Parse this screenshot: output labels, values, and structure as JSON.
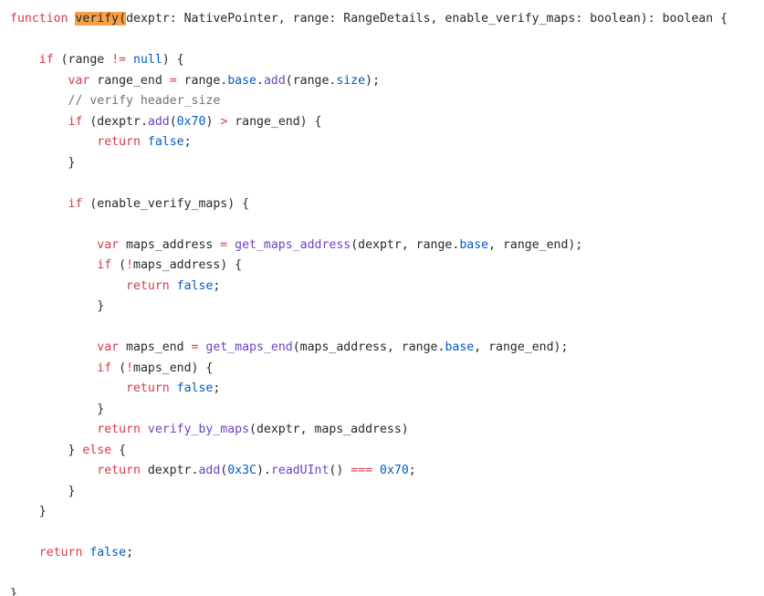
{
  "editor": {
    "theme": {
      "keyword": "#d73a49",
      "function": "#6f42c1",
      "literal": "#005cc5",
      "comment": "#6a737d",
      "text": "#24292e",
      "highlight": "#f7a046",
      "background": "#ffffff"
    },
    "lines": [
      [
        [
          "kw",
          "function"
        ],
        [
          "pl",
          " "
        ],
        [
          "hl",
          "verify("
        ],
        [
          "pl",
          "dexptr: NativePointer, range: RangeDetails, enable_verify_maps: boolean): boolean {"
        ]
      ],
      [],
      [
        [
          "pl",
          "    "
        ],
        [
          "kw",
          "if"
        ],
        [
          "pl",
          " (range "
        ],
        [
          "kw",
          "!="
        ],
        [
          "pl",
          " "
        ],
        [
          "lit",
          "null"
        ],
        [
          "pl",
          ") {"
        ]
      ],
      [
        [
          "pl",
          "        "
        ],
        [
          "kw",
          "var"
        ],
        [
          "pl",
          " range_end "
        ],
        [
          "kw",
          "="
        ],
        [
          "pl",
          " range."
        ],
        [
          "lit",
          "base"
        ],
        [
          "pl",
          "."
        ],
        [
          "fn",
          "add"
        ],
        [
          "pl",
          "(range."
        ],
        [
          "lit",
          "size"
        ],
        [
          "pl",
          ");"
        ]
      ],
      [
        [
          "pl",
          "        "
        ],
        [
          "cm",
          "// verify header_size"
        ]
      ],
      [
        [
          "pl",
          "        "
        ],
        [
          "kw",
          "if"
        ],
        [
          "pl",
          " (dexptr."
        ],
        [
          "fn",
          "add"
        ],
        [
          "pl",
          "("
        ],
        [
          "lit",
          "0x70"
        ],
        [
          "pl",
          ") "
        ],
        [
          "kw",
          ">"
        ],
        [
          "pl",
          " range_end) {"
        ]
      ],
      [
        [
          "pl",
          "            "
        ],
        [
          "kw",
          "return"
        ],
        [
          "pl",
          " "
        ],
        [
          "lit",
          "false"
        ],
        [
          "pl",
          ";"
        ]
      ],
      [
        [
          "pl",
          "        }"
        ]
      ],
      [],
      [
        [
          "pl",
          "        "
        ],
        [
          "kw",
          "if"
        ],
        [
          "pl",
          " (enable_verify_maps) {"
        ]
      ],
      [],
      [
        [
          "pl",
          "            "
        ],
        [
          "kw",
          "var"
        ],
        [
          "pl",
          " maps_address "
        ],
        [
          "kw",
          "="
        ],
        [
          "pl",
          " "
        ],
        [
          "fn",
          "get_maps_address"
        ],
        [
          "pl",
          "(dexptr, range."
        ],
        [
          "lit",
          "base"
        ],
        [
          "pl",
          ", range_end);"
        ]
      ],
      [
        [
          "pl",
          "            "
        ],
        [
          "kw",
          "if"
        ],
        [
          "pl",
          " ("
        ],
        [
          "kw",
          "!"
        ],
        [
          "pl",
          "maps_address) {"
        ]
      ],
      [
        [
          "pl",
          "                "
        ],
        [
          "kw",
          "return"
        ],
        [
          "pl",
          " "
        ],
        [
          "lit",
          "false"
        ],
        [
          "pl",
          ";"
        ]
      ],
      [
        [
          "pl",
          "            }"
        ]
      ],
      [],
      [
        [
          "pl",
          "            "
        ],
        [
          "kw",
          "var"
        ],
        [
          "pl",
          " maps_end "
        ],
        [
          "kw",
          "="
        ],
        [
          "pl",
          " "
        ],
        [
          "fn",
          "get_maps_end"
        ],
        [
          "pl",
          "(maps_address, range."
        ],
        [
          "lit",
          "base"
        ],
        [
          "pl",
          ", range_end);"
        ]
      ],
      [
        [
          "pl",
          "            "
        ],
        [
          "kw",
          "if"
        ],
        [
          "pl",
          " ("
        ],
        [
          "kw",
          "!"
        ],
        [
          "pl",
          "maps_end) {"
        ]
      ],
      [
        [
          "pl",
          "                "
        ],
        [
          "kw",
          "return"
        ],
        [
          "pl",
          " "
        ],
        [
          "lit",
          "false"
        ],
        [
          "pl",
          ";"
        ]
      ],
      [
        [
          "pl",
          "            }"
        ]
      ],
      [
        [
          "pl",
          "            "
        ],
        [
          "kw",
          "return"
        ],
        [
          "pl",
          " "
        ],
        [
          "fn",
          "verify_by_maps"
        ],
        [
          "pl",
          "(dexptr, maps_address)"
        ]
      ],
      [
        [
          "pl",
          "        } "
        ],
        [
          "kw",
          "else"
        ],
        [
          "pl",
          " {"
        ]
      ],
      [
        [
          "pl",
          "            "
        ],
        [
          "kw",
          "return"
        ],
        [
          "pl",
          " dexptr."
        ],
        [
          "fn",
          "add"
        ],
        [
          "pl",
          "("
        ],
        [
          "lit",
          "0x3C"
        ],
        [
          "pl",
          ")."
        ],
        [
          "fn",
          "readUInt"
        ],
        [
          "pl",
          "() "
        ],
        [
          "kw",
          "==="
        ],
        [
          "pl",
          " "
        ],
        [
          "lit",
          "0x70"
        ],
        [
          "pl",
          ";"
        ]
      ],
      [
        [
          "pl",
          "        }"
        ]
      ],
      [
        [
          "pl",
          "    }"
        ]
      ],
      [],
      [
        [
          "pl",
          "    "
        ],
        [
          "kw",
          "return"
        ],
        [
          "pl",
          " "
        ],
        [
          "lit",
          "false"
        ],
        [
          "pl",
          ";"
        ]
      ],
      [],
      [
        [
          "pl",
          "}"
        ]
      ]
    ]
  }
}
